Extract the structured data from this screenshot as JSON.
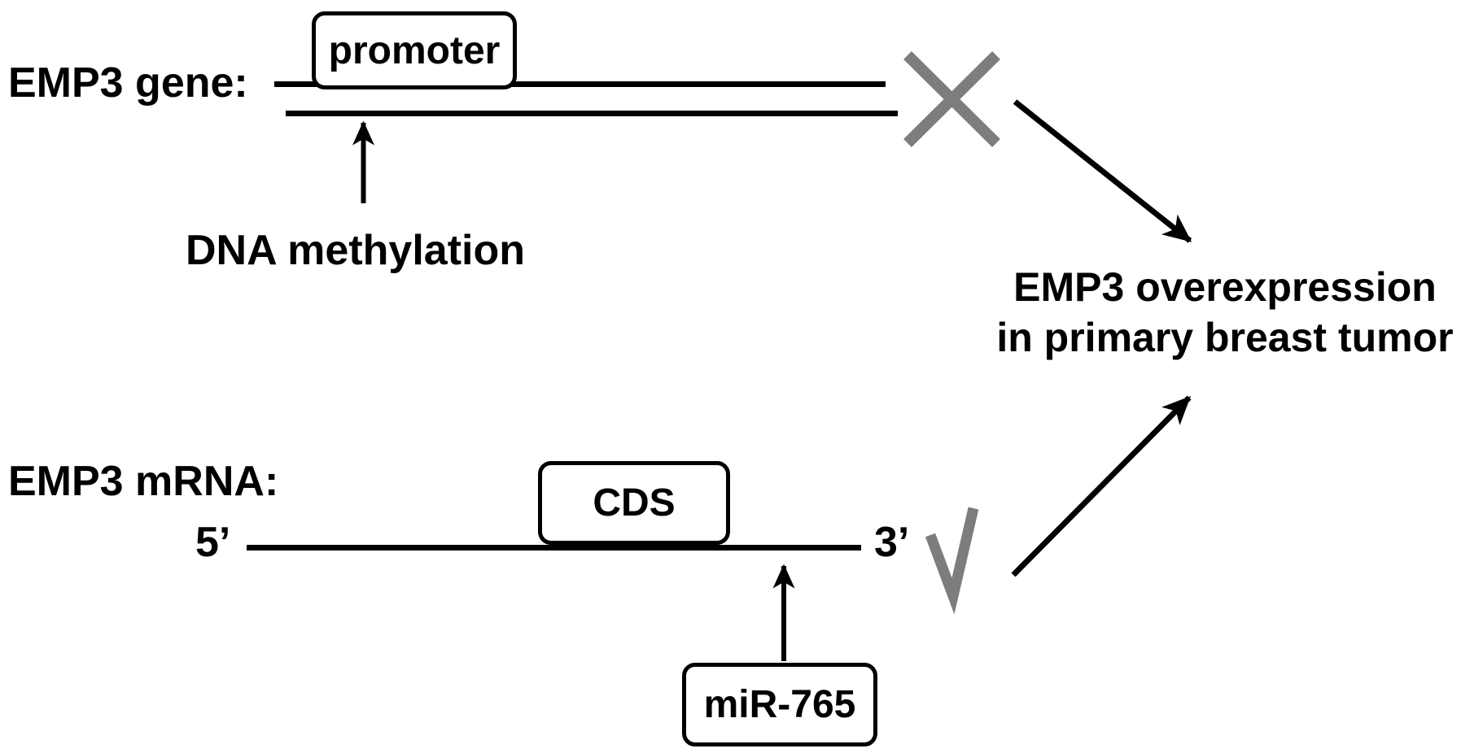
{
  "diagram": {
    "background_color": "#ffffff",
    "line_color": "#000000",
    "blocked_mark_color": "#7d7d7d"
  },
  "gene_section": {
    "label": "EMP3 gene:",
    "promoter_box": "promoter",
    "methylation_label": "DNA methylation",
    "blocked_icon": "gray-cross-x"
  },
  "mrna_section": {
    "label": "EMP3 mRNA:",
    "five_prime": "5’",
    "three_prime": "3’",
    "cds_box": "CDS",
    "mirna_box": "miR-765",
    "allowed_icon": "gray-checkmark"
  },
  "outcome": {
    "line1": "EMP3 overexpression",
    "line2": "in primary breast tumor"
  }
}
